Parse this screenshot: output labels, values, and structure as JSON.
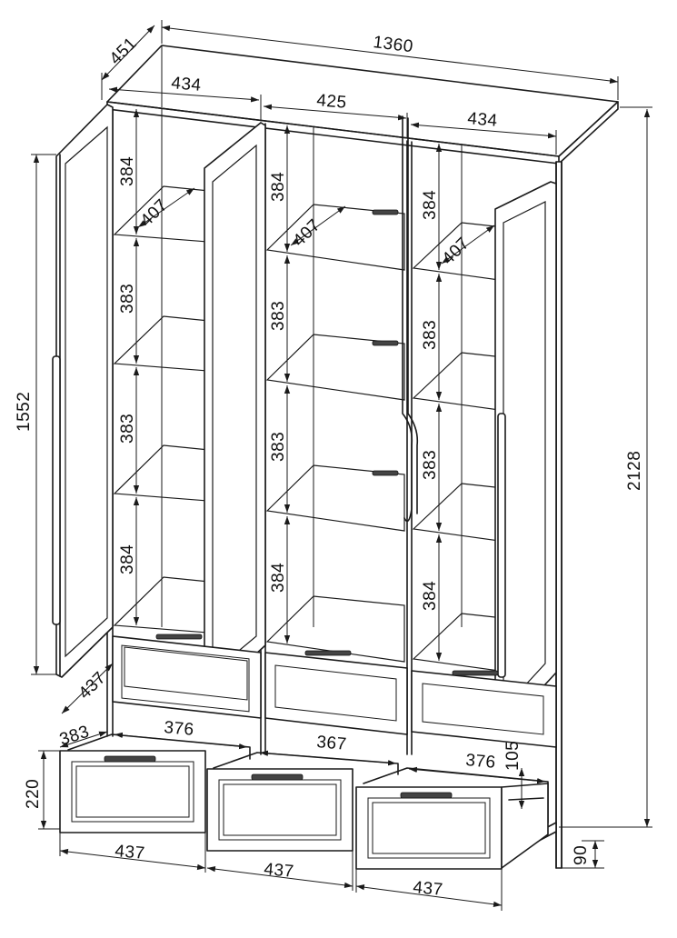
{
  "dimensions": {
    "overall_width": "1360",
    "depth": "451",
    "height": "2128",
    "left_section_width": "434",
    "middle_section_width": "425",
    "right_section_width": "434",
    "door_height": "1552",
    "plinth_height": "90",
    "shelf_depth_left": "407",
    "shelf_depth_middle": "407",
    "shelf_depth_right": "407",
    "shelf_gap_left": [
      "384",
      "383",
      "383",
      "384"
    ],
    "shelf_gap_middle": [
      "384",
      "383",
      "383",
      "384"
    ],
    "shelf_gap_right": [
      "384",
      "383",
      "383",
      "384"
    ],
    "door_depth": "437",
    "drawer_depth": "383",
    "drawer_height": "220",
    "drawer_inner_left": "376",
    "drawer_inner_middle": "367",
    "drawer_inner_right": "376",
    "drawer_inner_height": "105",
    "drawer_front_left": "437",
    "drawer_front_middle": "437",
    "drawer_front_right": "437"
  }
}
